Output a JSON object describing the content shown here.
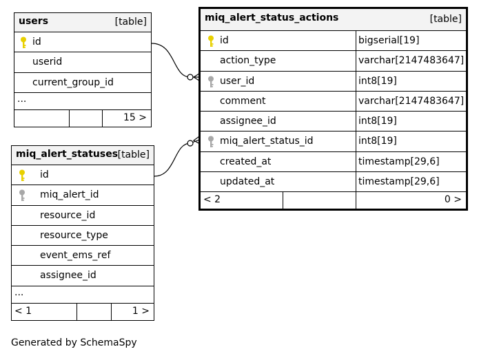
{
  "tables": {
    "users": {
      "name": "users",
      "kind": "[table]",
      "columns": [
        {
          "name": "id",
          "key": "primary"
        },
        {
          "name": "userid",
          "key": ""
        },
        {
          "name": "current_group_id",
          "key": ""
        }
      ],
      "more": "...",
      "footer": {
        "left": "",
        "mid": "",
        "right": "15 >"
      }
    },
    "statuses": {
      "name": "miq_alert_statuses",
      "kind": "[table]",
      "columns": [
        {
          "name": "id",
          "key": "primary"
        },
        {
          "name": "miq_alert_id",
          "key": "foreign"
        },
        {
          "name": "resource_id",
          "key": ""
        },
        {
          "name": "resource_type",
          "key": ""
        },
        {
          "name": "event_ems_ref",
          "key": ""
        },
        {
          "name": "assignee_id",
          "key": ""
        }
      ],
      "more": "...",
      "footer": {
        "left": "< 1",
        "mid": "",
        "right": "1 >"
      }
    },
    "actions": {
      "name": "miq_alert_status_actions",
      "kind": "[table]",
      "columns": [
        {
          "name": "id",
          "type": "bigserial[19]",
          "key": "primary"
        },
        {
          "name": "action_type",
          "type": "varchar[2147483647]",
          "key": ""
        },
        {
          "name": "user_id",
          "type": "int8[19]",
          "key": "foreign"
        },
        {
          "name": "comment",
          "type": "varchar[2147483647]",
          "key": ""
        },
        {
          "name": "assignee_id",
          "type": "int8[19]",
          "key": ""
        },
        {
          "name": "miq_alert_status_id",
          "type": "int8[19]",
          "key": "foreign"
        },
        {
          "name": "created_at",
          "type": "timestamp[29,6]",
          "key": ""
        },
        {
          "name": "updated_at",
          "type": "timestamp[29,6]",
          "key": ""
        }
      ],
      "footer": {
        "left": "< 2",
        "mid": "",
        "right": "0 >"
      }
    }
  },
  "colors": {
    "primary_key": "#e8d000",
    "foreign_key": "#a8a8a8",
    "header_bg": "#f3f3f3"
  },
  "generated_by": "Generated by SchemaSpy"
}
